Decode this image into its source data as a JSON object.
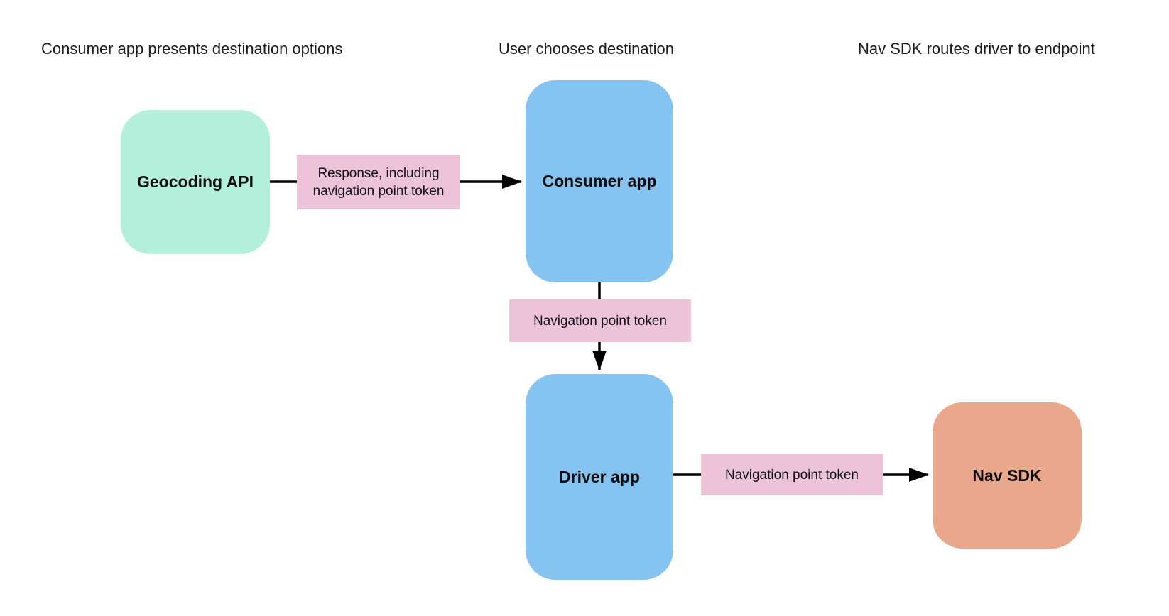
{
  "diagram": {
    "column_headers": [
      {
        "label": "Consumer app presents destination options"
      },
      {
        "label": "User chooses destination"
      },
      {
        "label": "Nav SDK routes driver to endpoint"
      }
    ],
    "nodes": {
      "geocoding_api": {
        "label": "Geocoding API",
        "color": "#b2f0dc"
      },
      "consumer_app": {
        "label": "Consumer app",
        "color": "#85c4f0"
      },
      "driver_app": {
        "label": "Driver app",
        "color": "#85c4f0"
      },
      "nav_sdk": {
        "label": "Nav SDK",
        "color": "#e9a78c"
      }
    },
    "edges": [
      {
        "from": "Geocoding API",
        "to": "Consumer app",
        "label": "Response, including navigation point token"
      },
      {
        "from": "Consumer app",
        "to": "Driver app",
        "label": "Navigation point token"
      },
      {
        "from": "Driver app",
        "to": "Nav SDK",
        "label": "Navigation point token"
      }
    ],
    "edge_label_bg": "#ecc3d8",
    "arrow_color": "#000000",
    "background": "#ffffff"
  }
}
